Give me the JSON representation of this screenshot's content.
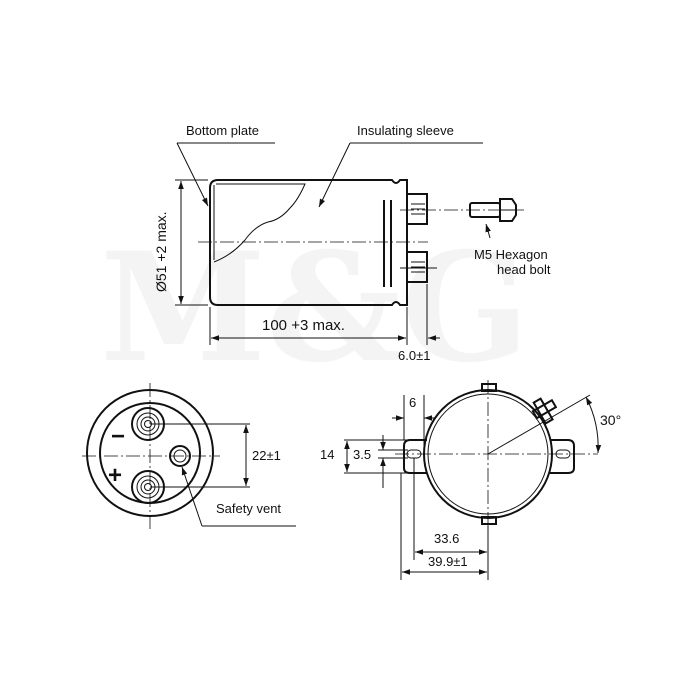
{
  "watermark": "M&G",
  "side_view": {
    "bottom_plate_label": "Bottom plate",
    "insulating_sleeve_label": "Insulating sleeve",
    "diameter_label": "Ø51 +2 max.",
    "length_label": "100 +3 max.",
    "terminal_length_label": "6.0±1",
    "bolt_label_line1": "M5 Hexagon",
    "bolt_label_line2": "head bolt"
  },
  "end_view": {
    "minus_sign": "−",
    "plus_sign": "+",
    "terminal_spacing_label": "22±1",
    "safety_vent_label": "Safety vent"
  },
  "clamp_view": {
    "tab_width_label": "6",
    "tab_height_label": "14",
    "slot_width_label": "3.5",
    "slot_distance_label": "33.6",
    "tab_distance_label": "39.9±1",
    "angle_label": "30°"
  }
}
